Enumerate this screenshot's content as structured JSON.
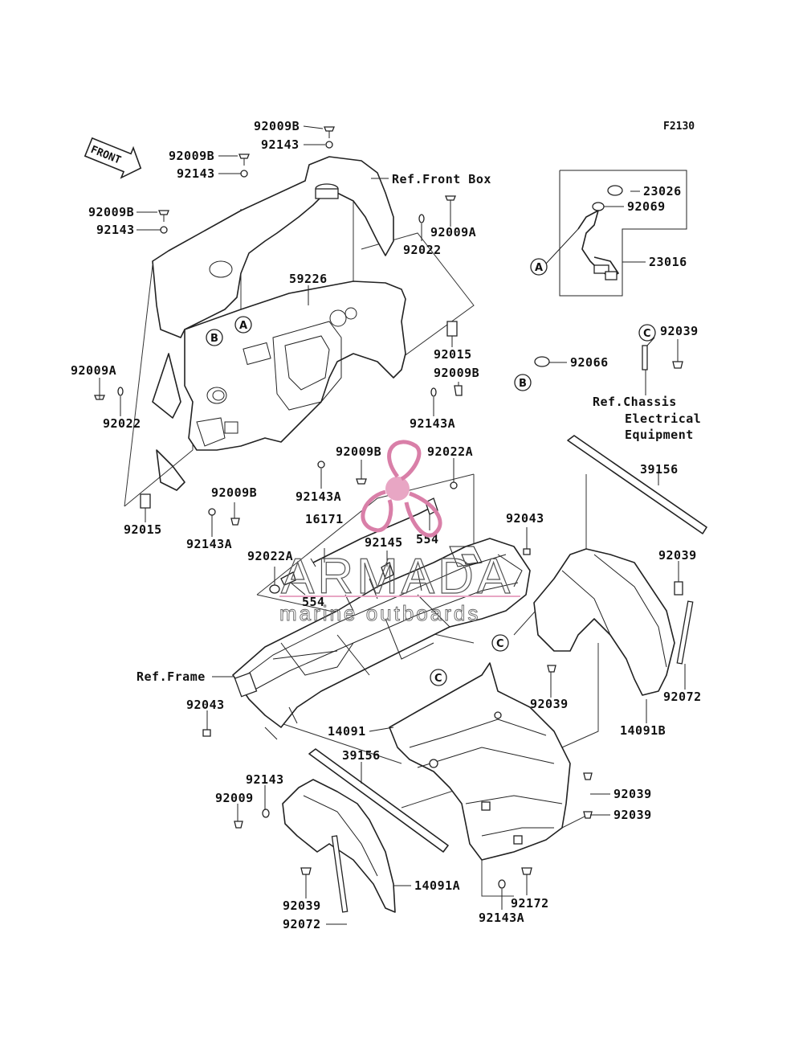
{
  "figure_code": "F2130",
  "direction_label": "FRONT",
  "callouts": [
    "A",
    "B",
    "C"
  ],
  "labels": {
    "p92009B_1": "92009B",
    "p92143_1": "92143",
    "p92009B_2": "92009B",
    "p92143_2": "92143",
    "p92009B_3": "92009B",
    "p92143_3": "92143",
    "ref_front_box": "Ref.Front Box",
    "p92022_1": "92022",
    "p92009A_1": "92009A",
    "p59226": "59226",
    "p92015_1": "92015",
    "p92009B_4": "92009B",
    "p92143A_1": "92143A",
    "p92009A_2": "92009A",
    "p92022_2": "92022",
    "p92009B_5": "92009B",
    "p92143A_2": "92143A",
    "p92022A_1": "92022A",
    "p92009B_6": "92009B",
    "p92015_2": "92015",
    "p92143A_3": "92143A",
    "p16171": "16171",
    "p92145": "92145",
    "p554_1": "554",
    "p92022A_2": "92022A",
    "p554_2": "554",
    "p23026": "23026",
    "p92069": "92069",
    "p23016": "23016",
    "p92039_1": "92039",
    "p92066": "92066",
    "ref_chassis_1": "Ref.Chassis",
    "ref_chassis_2": "Electrical",
    "ref_chassis_3": "Equipment",
    "p39156_1": "39156",
    "p92043_1": "92043",
    "p92039_2": "92039",
    "ref_frame": "Ref.Frame",
    "p92043_2": "92043",
    "p92039_3": "92039",
    "p92072_1": "92072",
    "p14091B": "14091B",
    "p14091": "14091",
    "p39156_2": "39156",
    "p92143_4": "92143",
    "p92009": "92009",
    "p92039_4": "92039",
    "p92039_5": "92039",
    "p14091A": "14091A",
    "p92039_6": "92039",
    "p92072_2": "92072",
    "p92172": "92172",
    "p92143A_4": "92143A"
  },
  "watermark": {
    "brand": "ARMADA",
    "tagline": "marine outboards",
    "logo_color": "#e8a6c4",
    "logo_dark": "#d97fa8"
  }
}
